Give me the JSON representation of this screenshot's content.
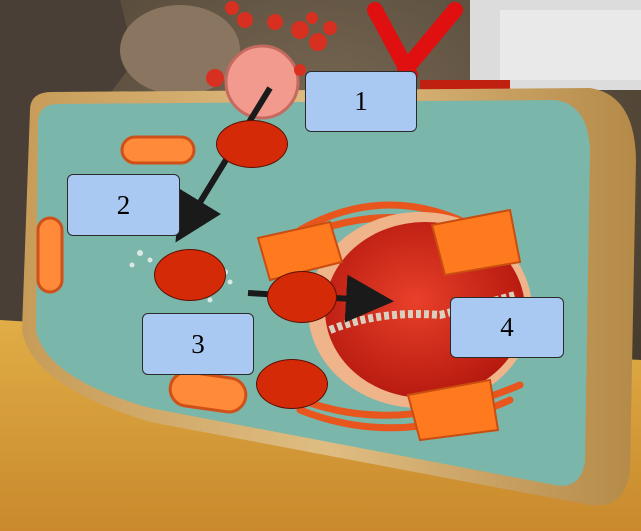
{
  "labels": {
    "label_1": "1",
    "label_2": "2",
    "label_3": "3",
    "label_4": "4"
  },
  "colors": {
    "label_fill": "#a9c9f2",
    "answer_dot": "#d42a08",
    "cell_body": "#7ab6a9",
    "cell_rim": "#d8b578",
    "nucleus": "#d8281c",
    "organelle_orange": "#ff7a1e",
    "arrow": "#1a1a1a"
  },
  "icons": {
    "cell_model": "plant-cell-model-photo",
    "arrow": "pointer-arrow"
  }
}
